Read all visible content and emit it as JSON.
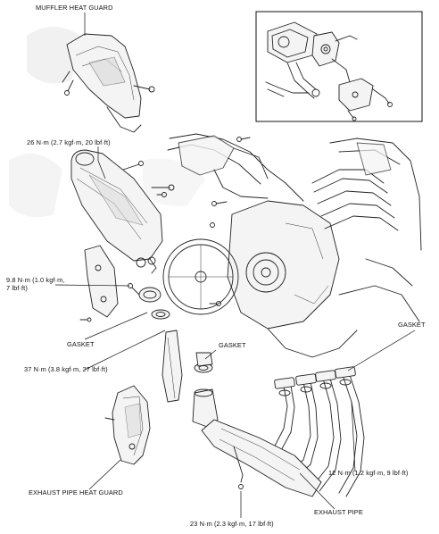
{
  "labels": {
    "muffler_heat_guard": "MUFFLER HEAT GUARD",
    "torque_26": "26 N·m (2.7 kgf·m, 20 lbf·ft)",
    "torque_9_8_line1": "9.8 N·m (1.0 kgf·m,",
    "torque_9_8_line2": "7 lbf·ft)",
    "gasket_left": "GASKET",
    "gasket_center": "GASKET",
    "gasket_right": "GASKET",
    "torque_37": "37 N·m (3.8 kgf·m, 27 lbf·ft)",
    "torque_12": "12 N·m (1.2 kgf·m, 9 lbf·ft)",
    "exhaust_pipe_heat_guard": "EXHAUST PIPE HEAT GUARD",
    "exhaust_pipe": "EXHAUST PIPE",
    "torque_23": "23 N·m (2.3 kgf·m, 17 lbf·ft)"
  },
  "colors": {
    "line": "#222222",
    "background": "#ffffff"
  }
}
